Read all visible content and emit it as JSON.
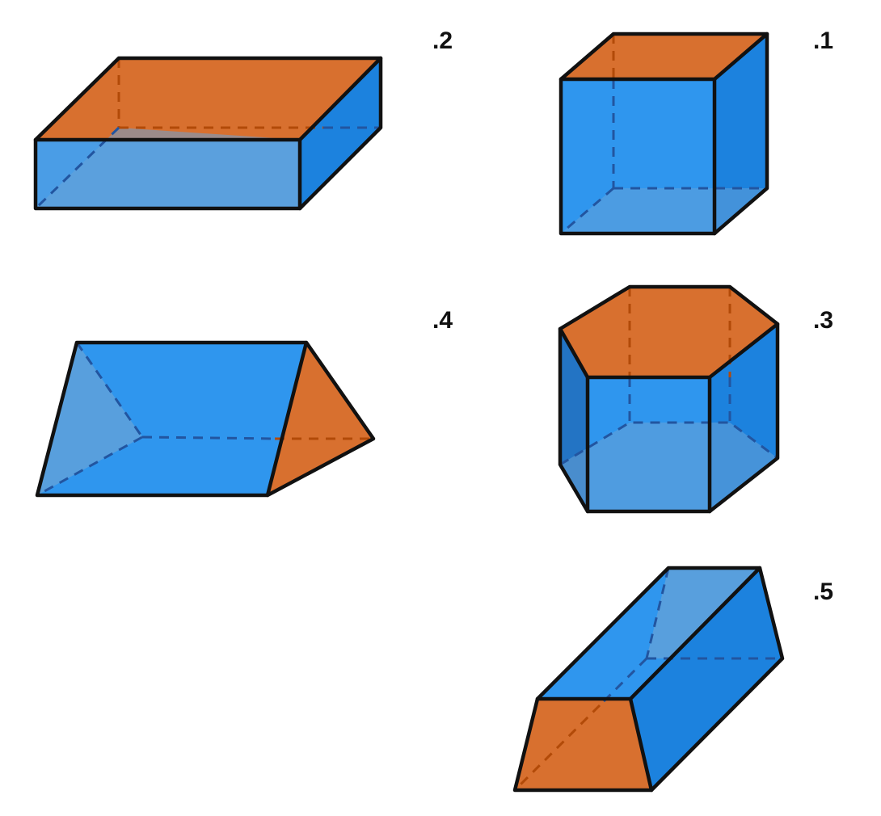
{
  "labels": {
    "shape1": ".1",
    "shape2": ".2",
    "shape3": ".3",
    "shape4": ".4",
    "shape5": ".5"
  },
  "colors": {
    "base_face": "#d8702f",
    "side_face": "#2f96ee",
    "side_face_dark": "#1c82de",
    "side_face_light": "#6aa2d6",
    "edge": "#111111"
  },
  "shapes": [
    {
      "id": "shape1",
      "name": "cube"
    },
    {
      "id": "shape2",
      "name": "rectangular-prism"
    },
    {
      "id": "shape3",
      "name": "hexagonal-prism"
    },
    {
      "id": "shape4",
      "name": "triangular-prism"
    },
    {
      "id": "shape5",
      "name": "trapezoidal-prism"
    }
  ]
}
